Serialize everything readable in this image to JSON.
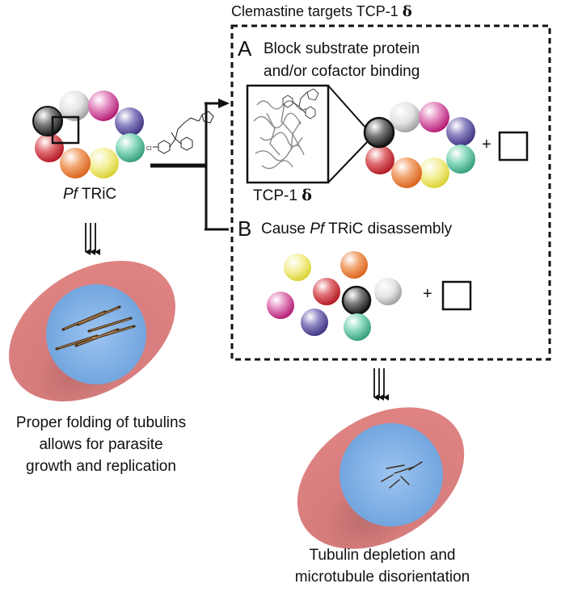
{
  "title": {
    "text": "Clemastine targets TCP-1",
    "symbol": "δ"
  },
  "panel_a": {
    "letter": "A",
    "line1": "Block substrate protein",
    "line2": "and/or cofactor binding"
  },
  "panel_b": {
    "letter": "B",
    "prefix": "Cause ",
    "italic": "Pf",
    "suffix": " TRiC disassembly"
  },
  "complex_label": {
    "italic": "Pf",
    "text": " TRiC"
  },
  "subunit_label": {
    "text": "TCP-1",
    "symbol": "δ"
  },
  "plus": "+",
  "caption_left": {
    "line1": "Proper folding of tubulins",
    "line2": "allows for parasite",
    "line3": "growth and replication"
  },
  "caption_right": {
    "line1": "Tubulin depletion and",
    "line2": "microtubule disorientation"
  },
  "colors": {
    "black": "#1a1a1a",
    "grey": "#c9c9c9",
    "magenta": "#cc2f8f",
    "purple": "#4a3f8f",
    "teal": "#3fb38a",
    "yellow": "#eae24a",
    "orange": "#ea7a2e",
    "red": "#c8262e",
    "cell": "#d77878",
    "nucleus": "#7fb0e6",
    "tubulin": "#5a3a1e"
  }
}
